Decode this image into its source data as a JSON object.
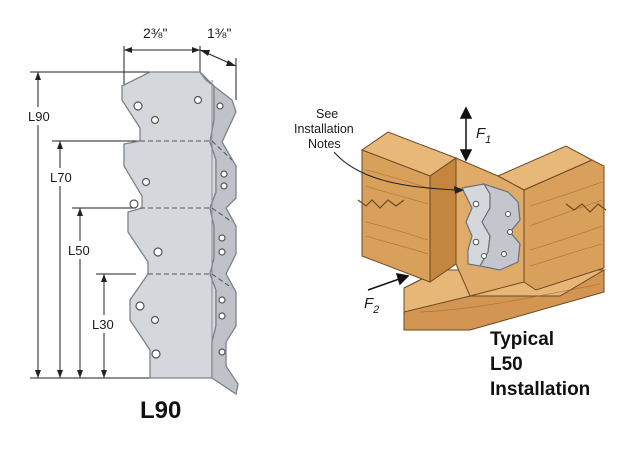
{
  "left_figure": {
    "width_dim": "2⅜\"",
    "flange_dim": "1⅜\"",
    "heights": [
      "L90",
      "L70",
      "L50",
      "L30"
    ],
    "title": "L90"
  },
  "right_figure": {
    "callout_line1": "See",
    "callout_line2": "Installation",
    "callout_line3": "Notes",
    "force1_main": "F",
    "force1_sub": "1",
    "force2_main": "F",
    "force2_sub": "2",
    "caption_line1": "Typical",
    "caption_line2": "L50",
    "caption_line3": "Installation"
  },
  "colors": {
    "steel": "#d4d7dc",
    "steel_edge": "#8a8f96",
    "wood": "#d9a05b",
    "wood_dark": "#b97a35",
    "wood_light": "#e7b777"
  }
}
